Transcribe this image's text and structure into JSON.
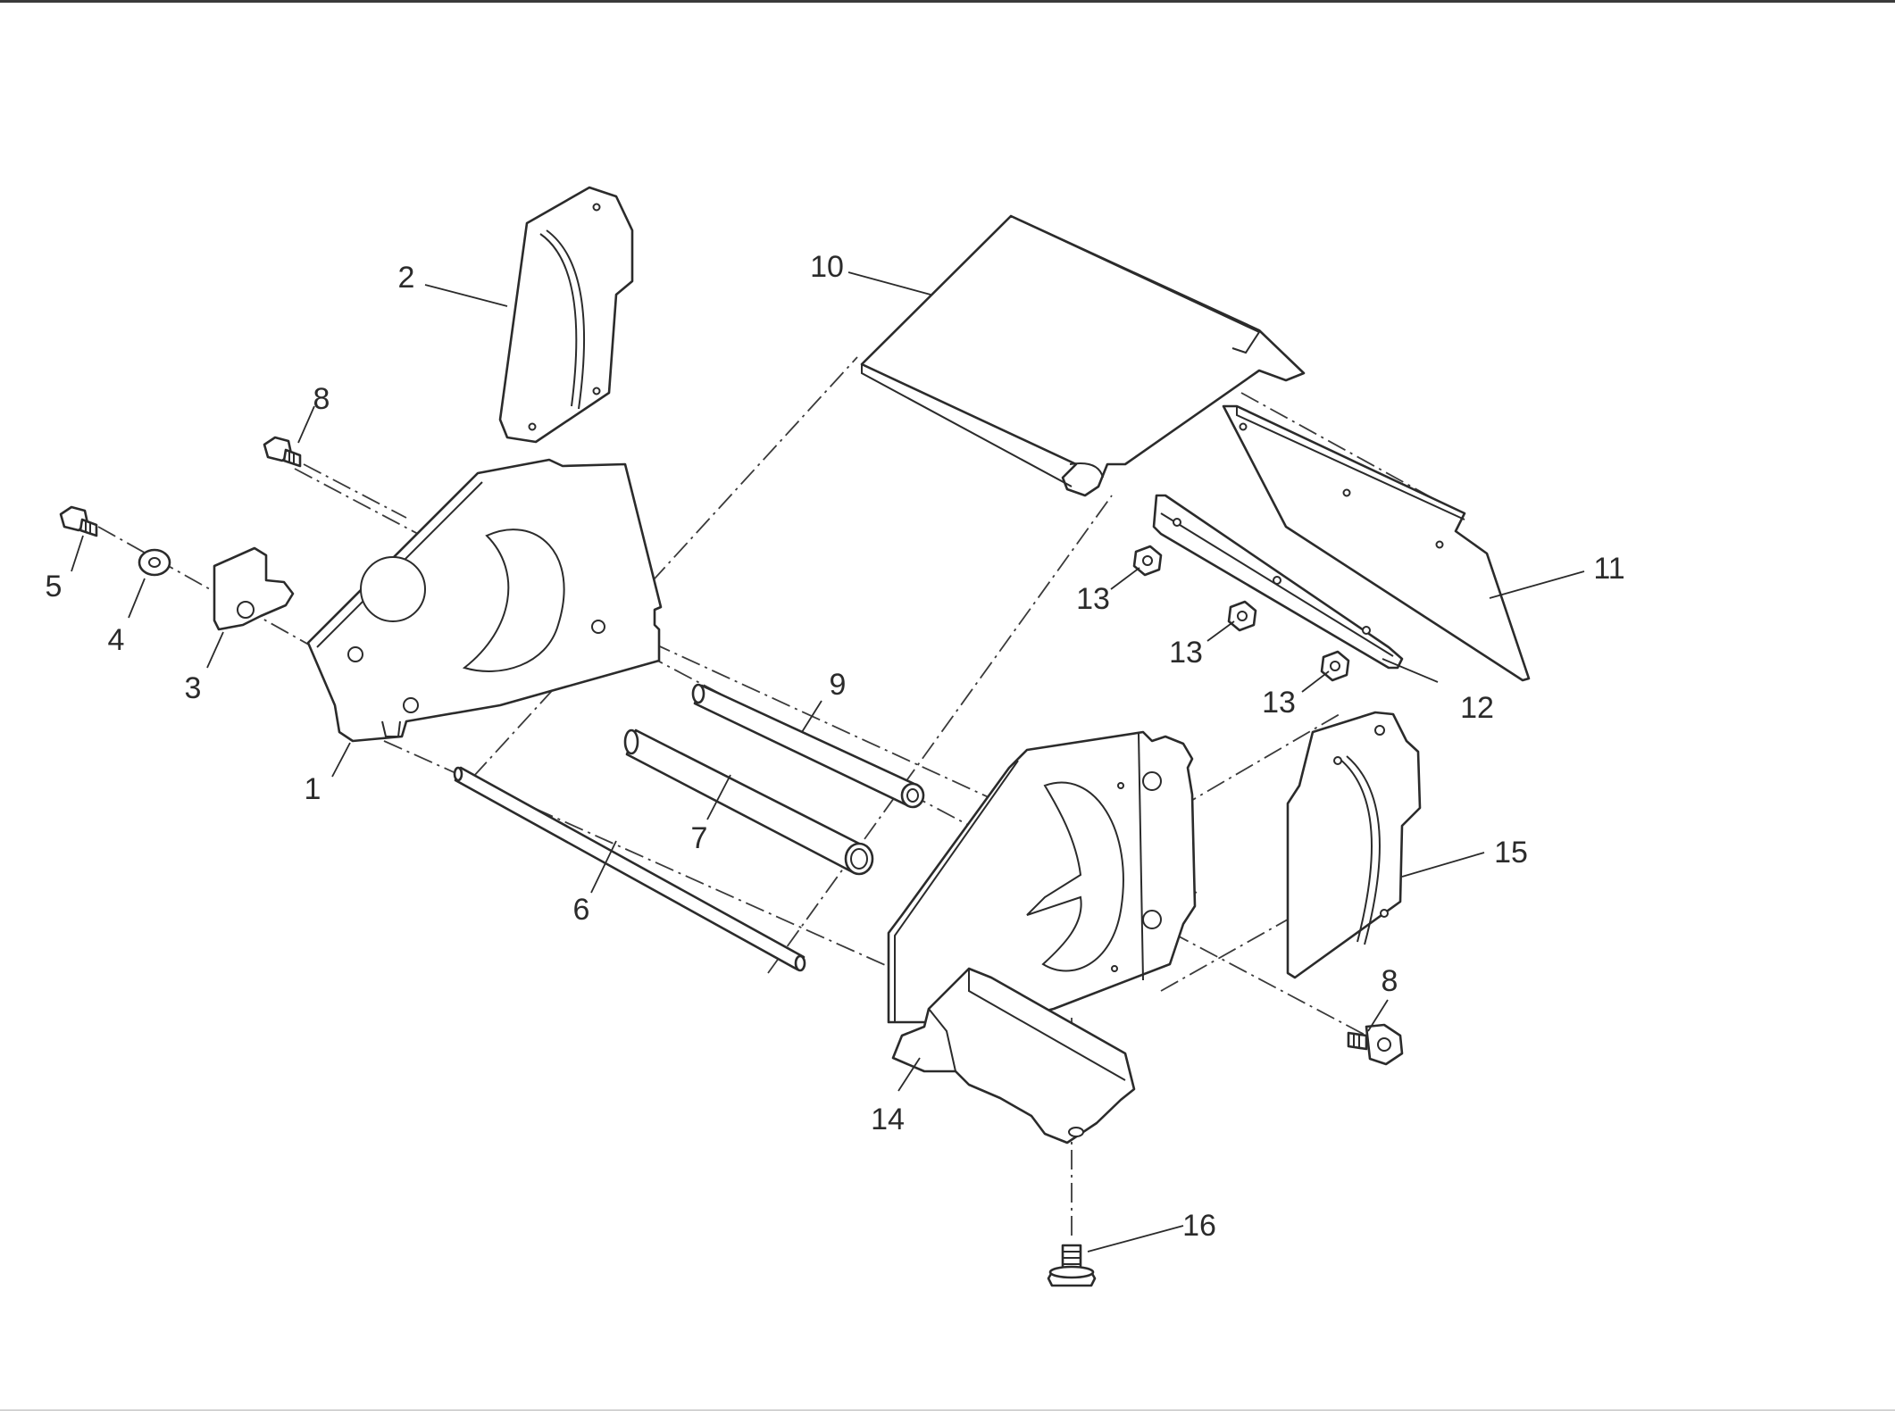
{
  "callouts": [
    {
      "id": "c1",
      "text": "1"
    },
    {
      "id": "c2",
      "text": "2"
    },
    {
      "id": "c3",
      "text": "3"
    },
    {
      "id": "c4",
      "text": "4"
    },
    {
      "id": "c5",
      "text": "5"
    },
    {
      "id": "c6",
      "text": "6"
    },
    {
      "id": "c7",
      "text": "7"
    },
    {
      "id": "c8a",
      "text": "8"
    },
    {
      "id": "c8b",
      "text": "8"
    },
    {
      "id": "c9",
      "text": "9"
    },
    {
      "id": "c10",
      "text": "10"
    },
    {
      "id": "c11",
      "text": "11"
    },
    {
      "id": "c12",
      "text": "12"
    },
    {
      "id": "c13a",
      "text": "13"
    },
    {
      "id": "c13b",
      "text": "13"
    },
    {
      "id": "c13c",
      "text": "13"
    },
    {
      "id": "c14",
      "text": "14"
    },
    {
      "id": "c15",
      "text": "15"
    },
    {
      "id": "c16",
      "text": "16"
    }
  ]
}
